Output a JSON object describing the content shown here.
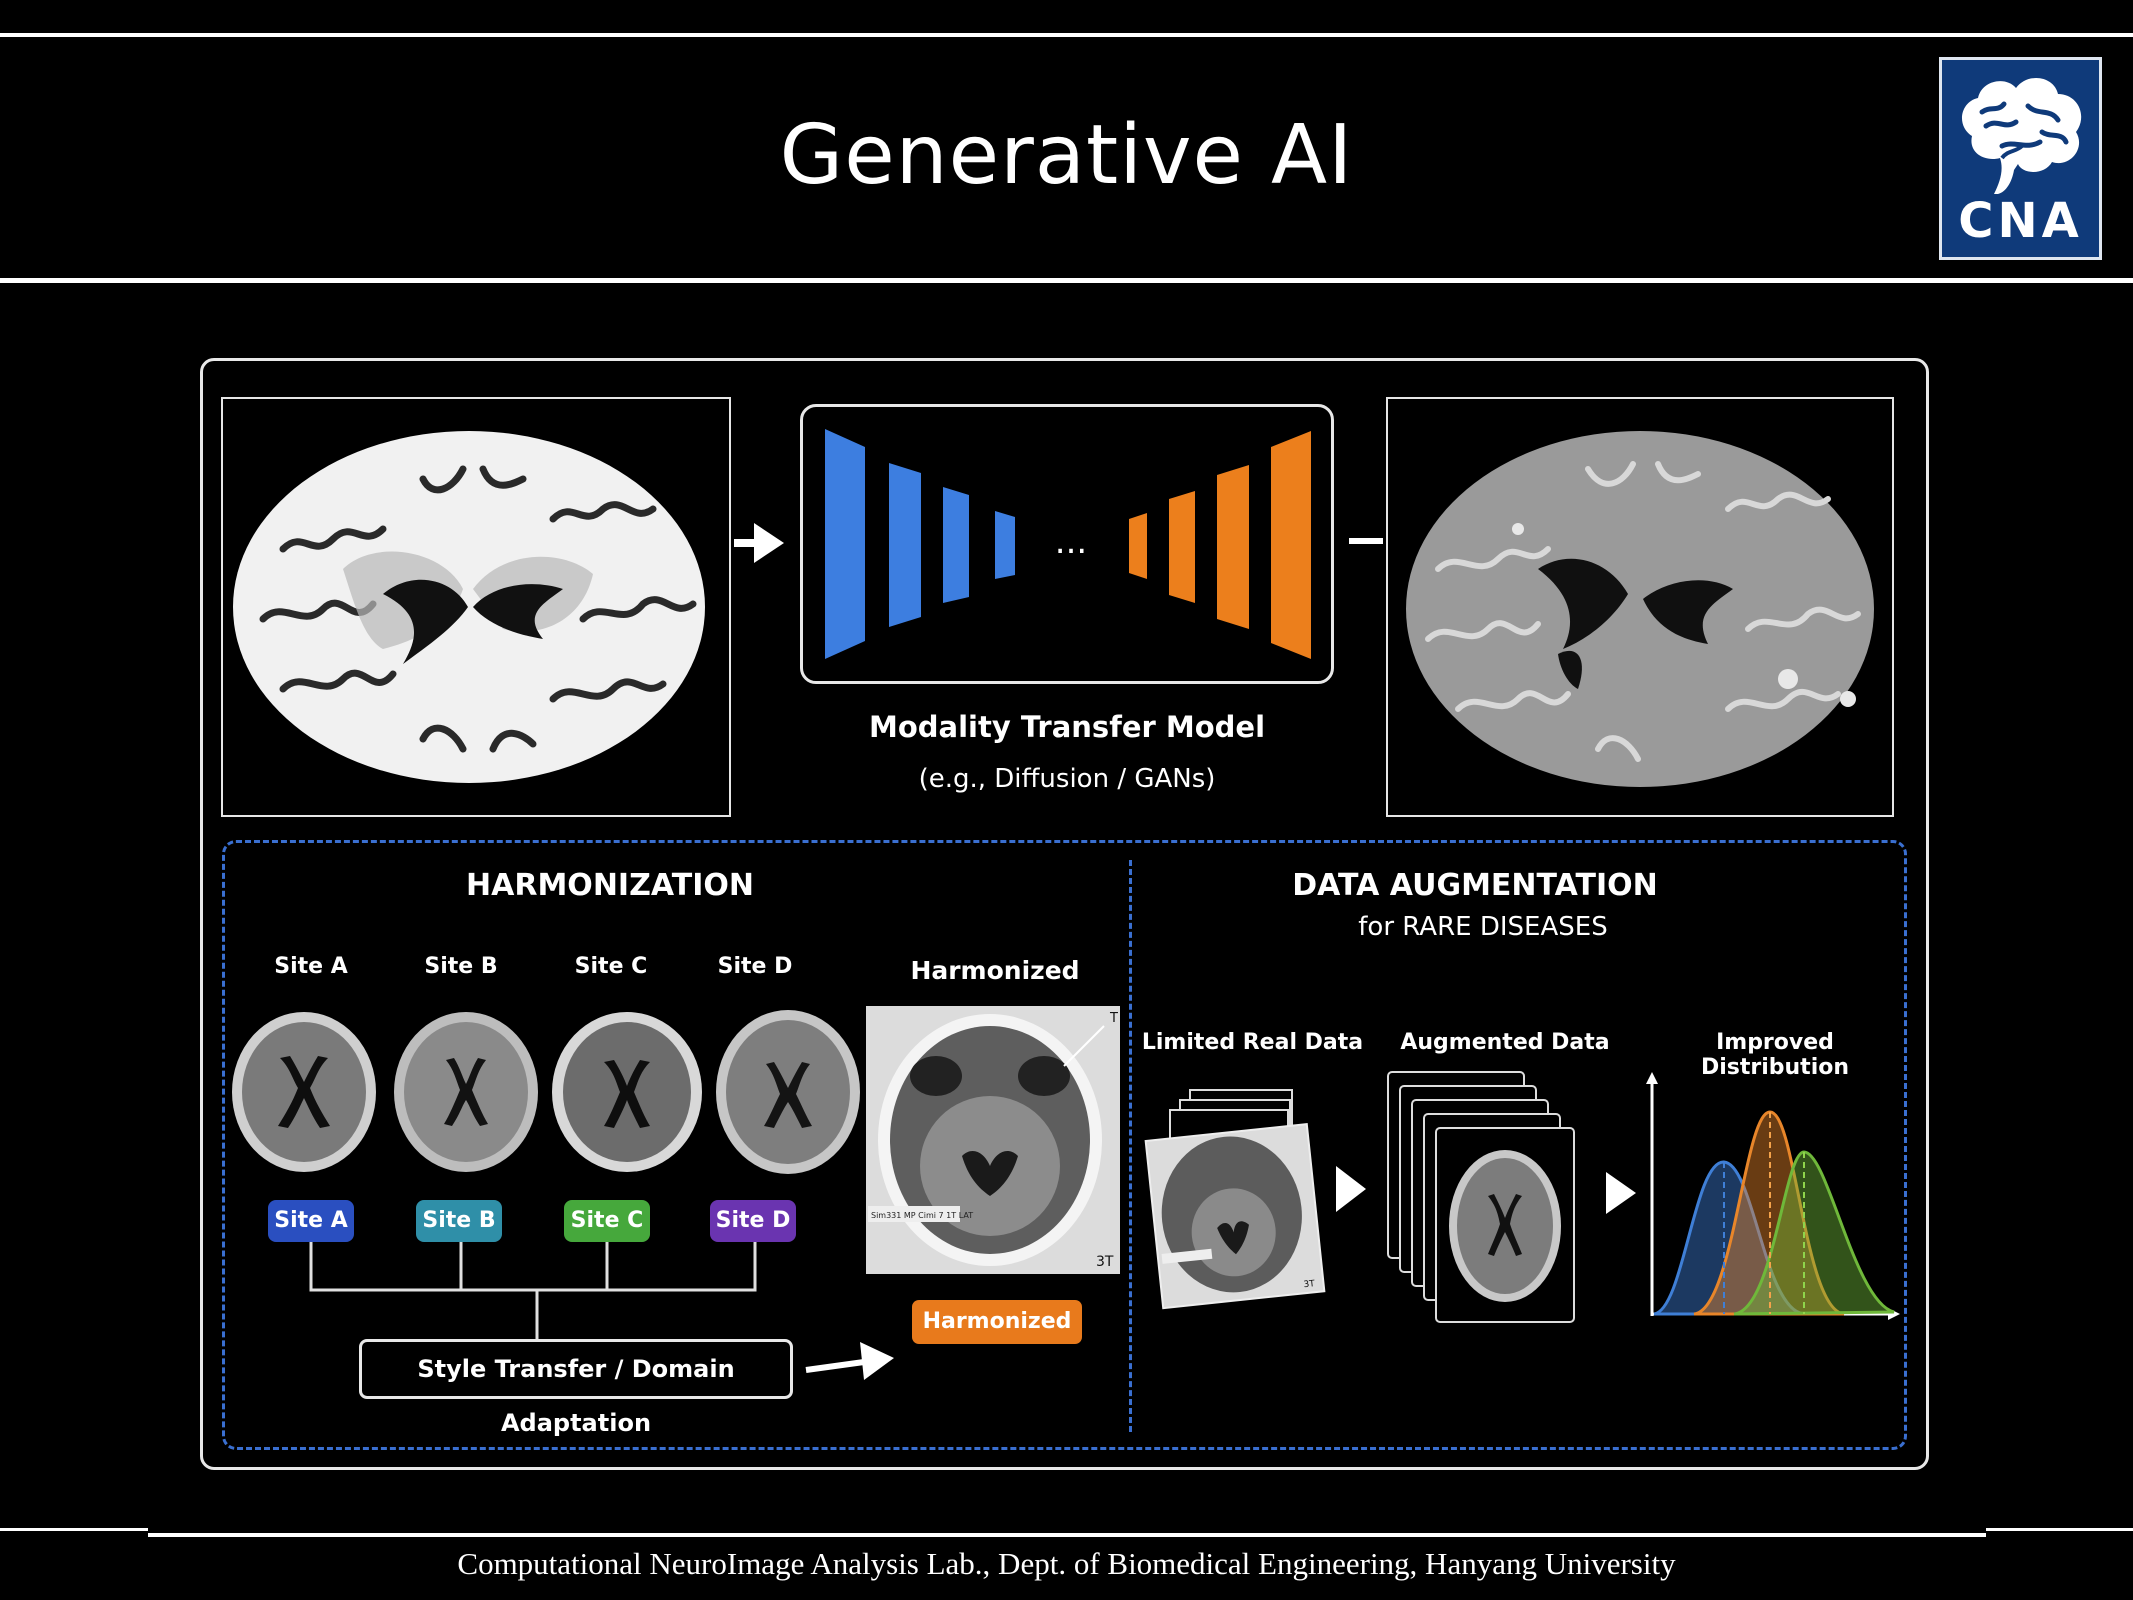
{
  "slide": {
    "title": "Generative AI",
    "logo_text": "CNA",
    "footer": "Computational NeuroImage Analysis Lab., Dept. of Biomedical Engineering, Hanyang University"
  },
  "modality_transfer": {
    "title": "Modality Transfer Model",
    "subtitle": "(e.g., Diffusion / GANs)",
    "ellipsis": "...",
    "colors": {
      "encoder": "#3d7ee0",
      "decoder": "#ec7f1c"
    }
  },
  "harmonization": {
    "heading": "HARMONIZATION",
    "site_labels": [
      "Site A",
      "Site B",
      "Site C",
      "Site D"
    ],
    "harmonized_label": "Harmonized",
    "site_chips": [
      {
        "label": "Site A",
        "color": "#2a4fc0"
      },
      {
        "label": "Site B",
        "color": "#2f8fa8"
      },
      {
        "label": "Site C",
        "color": "#46a83c"
      },
      {
        "label": "Site D",
        "color": "#6a34b0"
      }
    ],
    "style_transfer": "Style Transfer / Domain Adaptation",
    "harmonized_chip": "Harmonized",
    "scan_tag": "3T",
    "scan_corner": "T",
    "scan_caption": "Sim331 MP Cimi 7 1T LAT"
  },
  "augmentation": {
    "heading": "DATA AUGMENTATION",
    "subheading": "for RARE DISEASES",
    "limited_label": "Limited Real Data",
    "augmented_label": "Augmented Data",
    "improved_label": "Improved Distribution",
    "scan_tag": "3T",
    "curve_colors": [
      "#3f7fd6",
      "#e8862a",
      "#6fb83a"
    ]
  }
}
